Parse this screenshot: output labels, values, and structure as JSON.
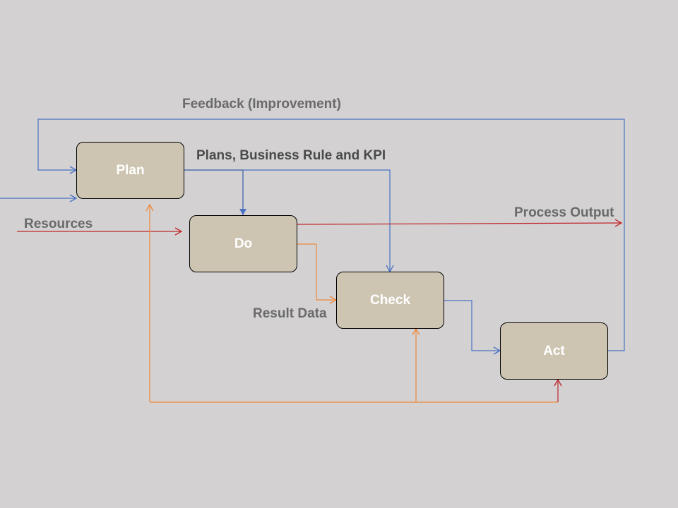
{
  "nodes": {
    "plan": "Plan",
    "do": "Do",
    "check": "Check",
    "act": "Act"
  },
  "labels": {
    "feedback": "Feedback (Improvement)",
    "plans_rules": "Plans, Business Rule and KPI",
    "resources": "Resources",
    "process_output": "Process Output",
    "result_data": "Result Data"
  },
  "colors": {
    "background": "#d3d1d2",
    "box_fill": "#cdc5b2",
    "blue_flow": "#4a72c4",
    "red_flow": "#c0262b",
    "orange_flow": "#ee8a3c",
    "label_gray": "#6a6a6a",
    "label_dark": "#4a4a4a"
  }
}
